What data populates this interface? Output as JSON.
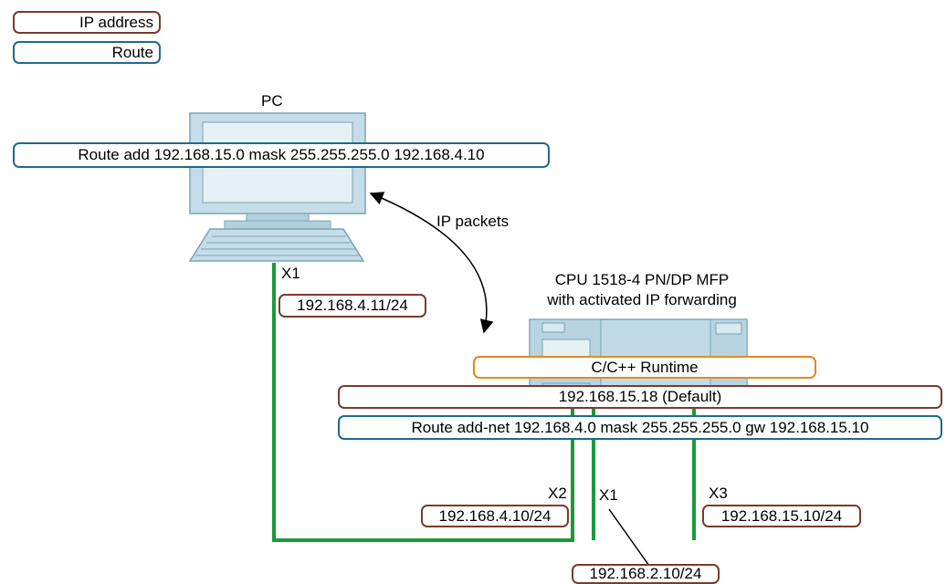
{
  "legend": {
    "ip_address": "IP address",
    "route": "Route"
  },
  "pc": {
    "title": "PC",
    "route_cmd": "Route add 192.168.15.0 mask 255.255.255.0 192.168.4.10",
    "port": "X1",
    "ip": "192.168.4.11/24"
  },
  "link": {
    "label": "IP packets"
  },
  "cpu": {
    "title_line1": "CPU 1518-4 PN/DP MFP",
    "title_line2": "with activated IP forwarding",
    "runtime": "C/C++ Runtime",
    "default_ip": "192.168.15.18 (Default)",
    "route_cmd": "Route add-net 192.168.4.0 mask 255.255.255.0 gw 192.168.15.10",
    "port_x2": "X2",
    "ip_x2": "192.168.4.10/24",
    "port_x1": "X1",
    "ip_x1": "192.168.2.10/24",
    "port_x3": "X3",
    "ip_x3": "192.168.15.10/24"
  },
  "colors": {
    "ip_border": "#7a3a2c",
    "route_border": "#1d6a8a",
    "runtime_border": "#e08a1e",
    "cable": "#1a9a3a",
    "device": "#b8d8e4"
  }
}
